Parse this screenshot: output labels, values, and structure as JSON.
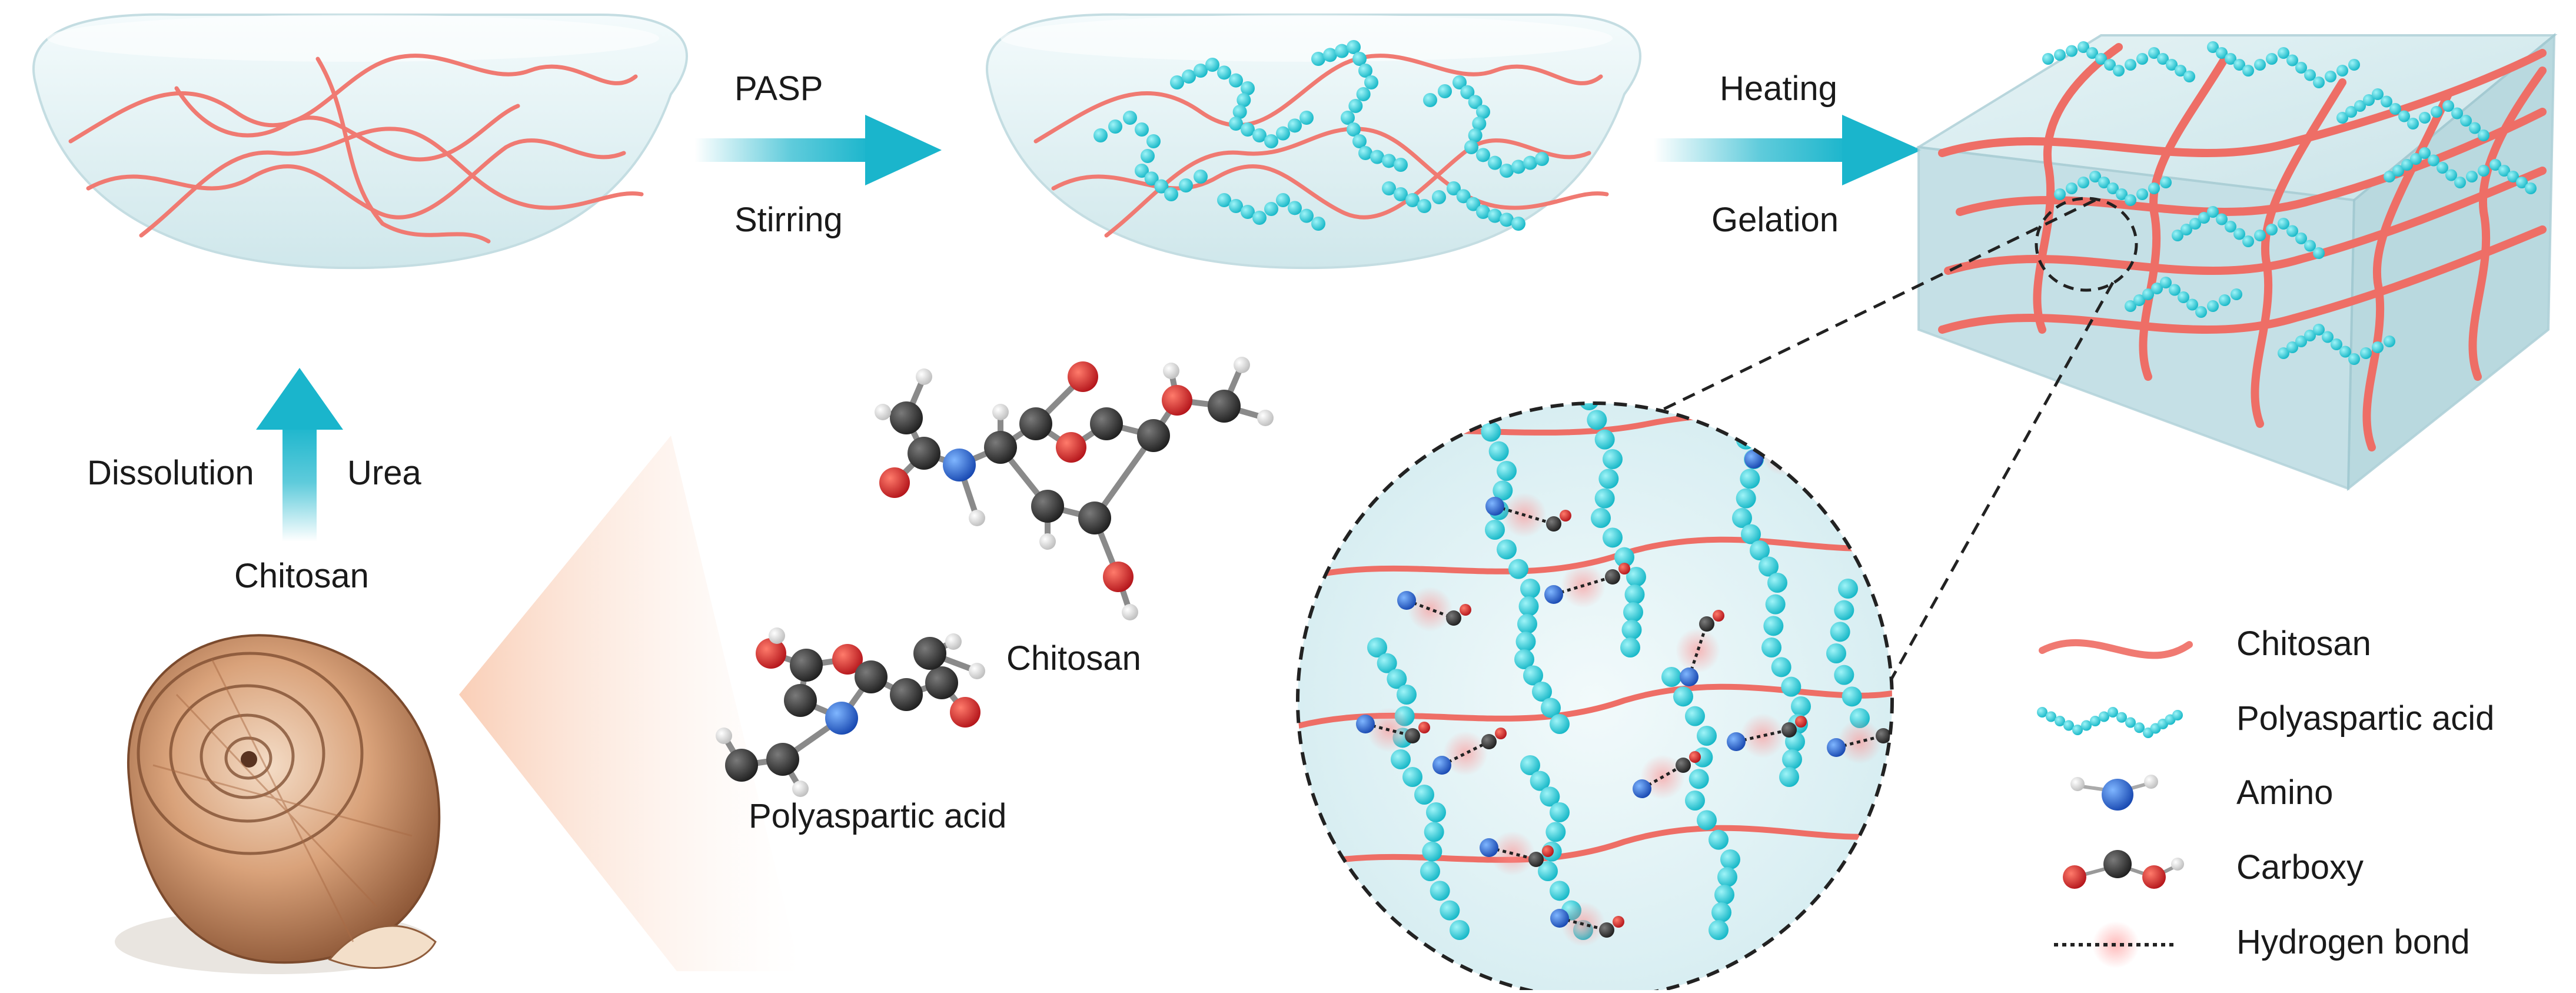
{
  "process": {
    "step1_top": "PASP",
    "step1_bottom": "Stirring",
    "step2_top": "Heating",
    "step2_bottom": "Gelation",
    "dissolution_left": "Dissolution",
    "dissolution_right": "Urea",
    "source": "Chitosan"
  },
  "molecules": {
    "chitosan": "Chitosan",
    "pasp": "Polyaspartic acid"
  },
  "legend": [
    {
      "key": "chitosan",
      "label": "Chitosan"
    },
    {
      "key": "pasp",
      "label": "Polyaspartic acid"
    },
    {
      "key": "amino",
      "label": "Amino"
    },
    {
      "key": "carboxy",
      "label": "Carboxy"
    },
    {
      "key": "hbond",
      "label": "Hydrogen bond"
    }
  ],
  "colors": {
    "chitosan": "#f07a72",
    "pasp": "#27d3df",
    "arrow": "#1ab5cc",
    "amino": "#1f6fd6",
    "carboxy_c": "#333333",
    "oxygen": "#e02a2a",
    "gel": "#d7ecef"
  }
}
